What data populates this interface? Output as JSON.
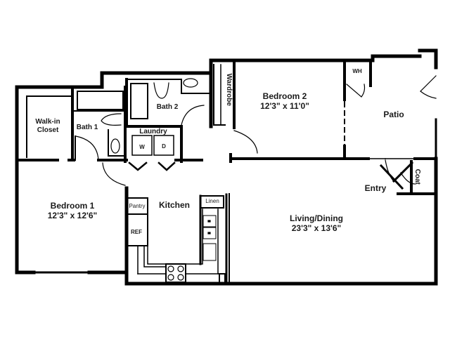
{
  "floor_plan": {
    "rooms": [
      {
        "id": "walk_in_closet",
        "name": "Walk-in",
        "name2": "Closet"
      },
      {
        "id": "bath1",
        "name": "Bath 1"
      },
      {
        "id": "bath2",
        "name": "Bath 2"
      },
      {
        "id": "wardrobe",
        "name": "Wardrobe"
      },
      {
        "id": "bedroom2",
        "name": "Bedroom 2",
        "dimensions": "12'3\" x 11'0\""
      },
      {
        "id": "wh",
        "name": "WH"
      },
      {
        "id": "patio",
        "name": "Patio"
      },
      {
        "id": "laundry",
        "name": "Laundry"
      },
      {
        "id": "bedroom1",
        "name": "Bedroom 1",
        "dimensions": "12'3\" x 12'6\""
      },
      {
        "id": "kitchen",
        "name": "Kitchen"
      },
      {
        "id": "pantry",
        "name": "Pantry"
      },
      {
        "id": "ref",
        "name": "REF"
      },
      {
        "id": "linen",
        "name": "Linen"
      },
      {
        "id": "living_dining",
        "name": "Living/Dining",
        "dimensions": "23'3\" x 13'6\""
      },
      {
        "id": "entry",
        "name": "Entry"
      },
      {
        "id": "coat",
        "name": "Coat"
      }
    ],
    "appliances": {
      "washer": "W",
      "dryer": "D"
    },
    "colors": {
      "wall": "#000000",
      "background": "#ffffff",
      "text": "#1a1a1a"
    }
  }
}
